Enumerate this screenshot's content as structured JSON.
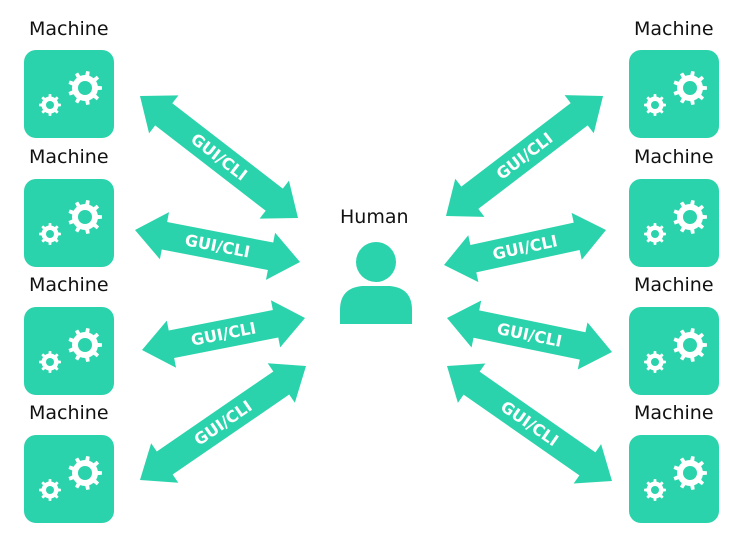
{
  "colors": {
    "accent": "#2bd3ac",
    "gear": "#ffffff",
    "text": "#111111",
    "arrow_text": "#ffffff"
  },
  "icons": {
    "machine": "gears-icon",
    "human": "person-icon"
  },
  "human": {
    "label": "Human"
  },
  "machines": {
    "left": [
      {
        "label": "Machine"
      },
      {
        "label": "Machine"
      },
      {
        "label": "Machine"
      },
      {
        "label": "Machine"
      }
    ],
    "right": [
      {
        "label": "Machine"
      },
      {
        "label": "Machine"
      },
      {
        "label": "Machine"
      },
      {
        "label": "Machine"
      }
    ]
  },
  "connections": {
    "left": [
      {
        "label": "GUI/CLI"
      },
      {
        "label": "GUI/CLI"
      },
      {
        "label": "GUI/CLI"
      },
      {
        "label": "GUI/CLI"
      }
    ],
    "right": [
      {
        "label": "GUI/CLI"
      },
      {
        "label": "GUI/CLI"
      },
      {
        "label": "GUI/CLI"
      },
      {
        "label": "GUI/CLI"
      }
    ]
  }
}
